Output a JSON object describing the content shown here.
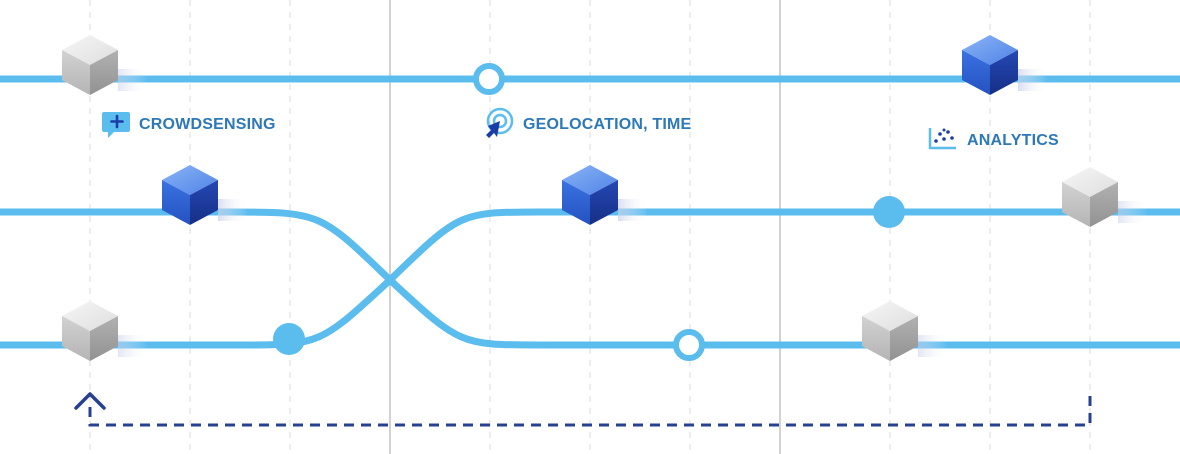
{
  "labels": {
    "crowdsensing": "CROWDSENSING",
    "geolocation": "GEOLOCATION, TIME",
    "analytics": "ANALYTICS"
  },
  "colors": {
    "line": "#5bbcee",
    "label_text": "#2c78b8",
    "cube_blue_top": "#6ea0f0",
    "cube_blue_left": "#2f62d6",
    "cube_blue_right": "#1b3ea6",
    "cube_gray_top": "#e9e9e9",
    "cube_gray_left": "#c2c2c2",
    "cube_gray_right": "#a3a3a3",
    "feedback_arrow": "#27408f",
    "divider": "#c4c4c4",
    "gridline": "#dcdcdc"
  },
  "icons": {
    "crowdsensing": "chat-plus-icon",
    "geolocation": "target-cursor-icon",
    "analytics": "scatter-chart-icon"
  }
}
